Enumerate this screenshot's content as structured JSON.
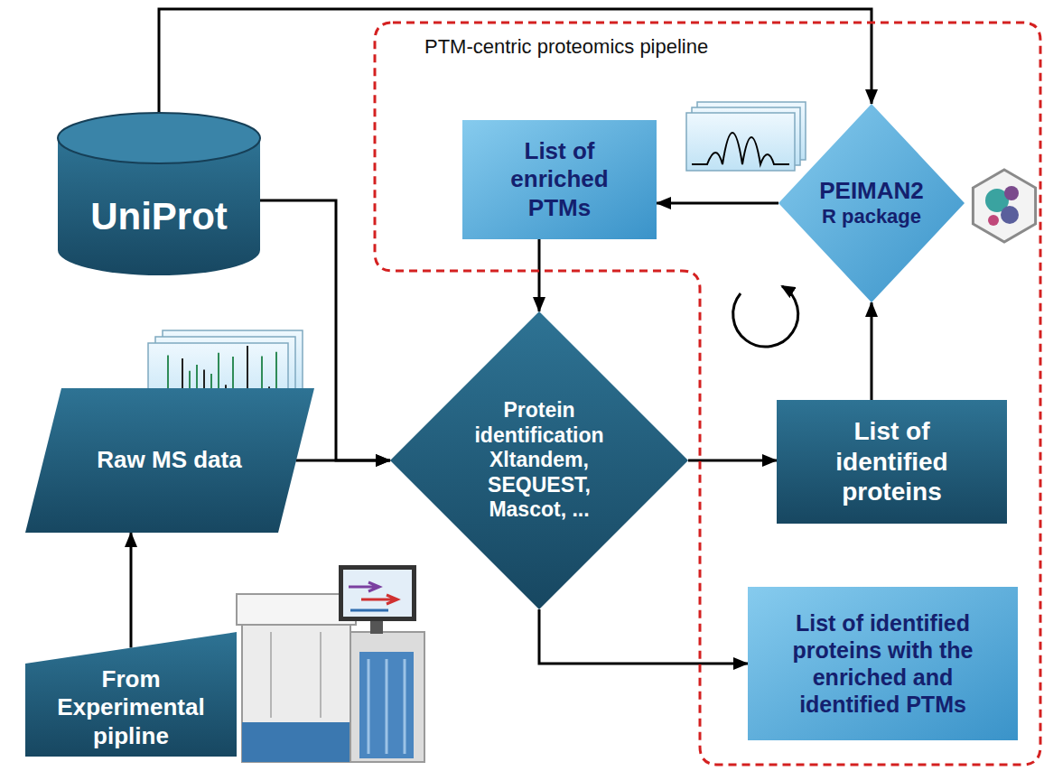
{
  "diagram": {
    "nodes": [
      {
        "text": [
          "UniProt"
        ]
      },
      {
        "text": [
          "PTM-centric proteomics pipeline"
        ]
      },
      {
        "text": [
          "List of enriched PTMs"
        ],
        "in": 1
      },
      {
        "text": [
          "PEIMAN2",
          "R package"
        ],
        "in": 1
      },
      {
        "text": [
          "Raw MS data"
        ]
      },
      {
        "text": [
          "Protein identification Xltandem, SEQUEST, Mascot, ..."
        ]
      },
      {
        "text": [
          "List of identified proteins"
        ],
        "in": 1
      },
      {
        "text": [
          "List of identified proteins with the enriched and identified PTMs"
        ],
        "in": 1
      },
      {
        "text": [
          "From Experimental pipline"
        ]
      }
    ],
    "edges": [
      {
        "from": 0,
        "to": 3,
        "arrow": "to"
      },
      {
        "from": 0,
        "to": 5,
        "arrow": "to"
      },
      {
        "from": 4,
        "to": 5,
        "arrow": "to"
      },
      {
        "from": 8,
        "to": 4,
        "arrow": "to"
      },
      {
        "from": 3,
        "to": 2,
        "arrow": "to"
      },
      {
        "from": 2,
        "to": 5,
        "arrow": "to"
      },
      {
        "from": 5,
        "to": 6,
        "arrow": "to"
      },
      {
        "from": 6,
        "to": 3,
        "arrow": "to"
      },
      {
        "from": 5,
        "to": 7,
        "arrow": "to"
      }
    ]
  }
}
